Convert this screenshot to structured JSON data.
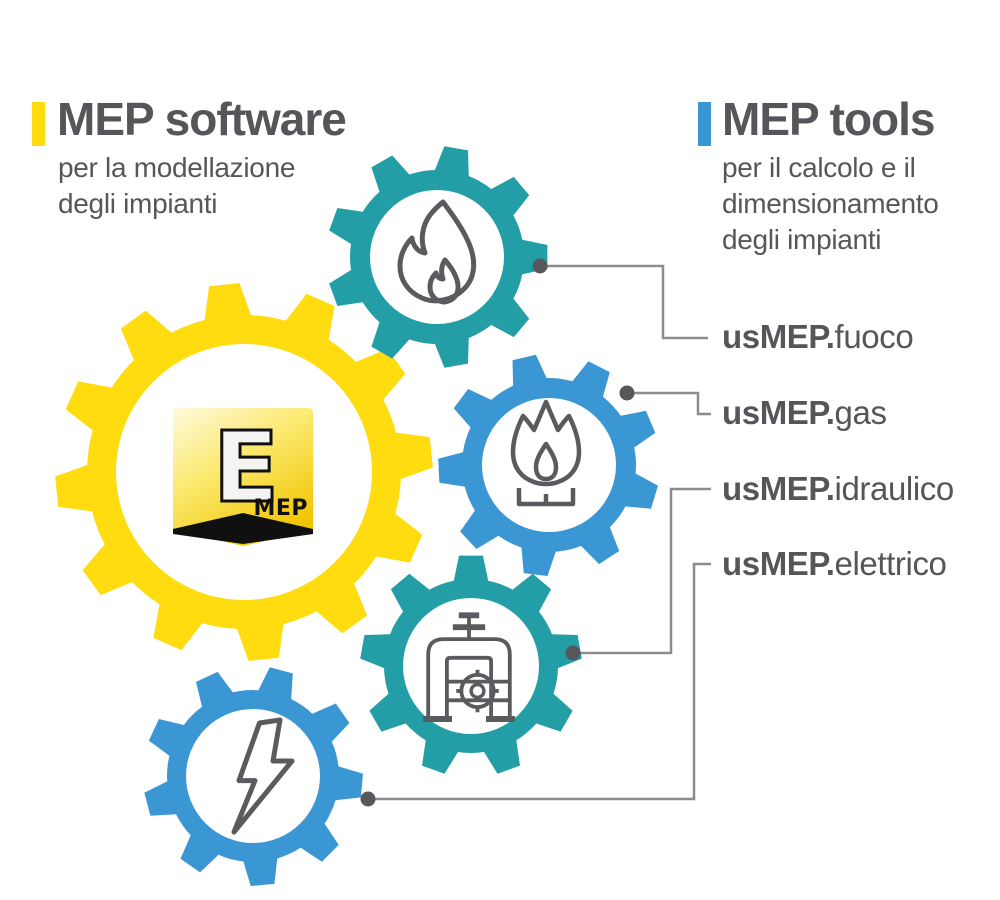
{
  "left_header": {
    "title": "MEP software",
    "subtitle_lines": [
      "per la modellazione",
      "degli impianti"
    ]
  },
  "right_header": {
    "title": "MEP tools",
    "subtitle_lines": [
      "per il calcolo e il",
      "dimensionamento",
      "degli impianti"
    ]
  },
  "logo": {
    "letter": "E",
    "label": "MEP"
  },
  "gears": [
    {
      "name": "central-software-gear",
      "icon": "e-mep-logo",
      "color_key": "yellow"
    },
    {
      "name": "fuoco-gear",
      "icon": "flame-icon",
      "color_key": "teal"
    },
    {
      "name": "gas-gear",
      "icon": "gas-burner-icon",
      "color_key": "blue"
    },
    {
      "name": "idraulico-gear",
      "icon": "pipe-valve-icon",
      "color_key": "teal"
    },
    {
      "name": "elettrico-gear",
      "icon": "lightning-icon",
      "color_key": "blue"
    }
  ],
  "tools": {
    "items": [
      {
        "prefix": "usMEP.",
        "suffix": "fuoco"
      },
      {
        "prefix": "usMEP.",
        "suffix": "gas"
      },
      {
        "prefix": "usMEP.",
        "suffix": "idraulico"
      },
      {
        "prefix": "usMEP.",
        "suffix": "elettrico"
      }
    ]
  },
  "colors": {
    "yellow": "#FFDC0F",
    "teal": "#239EA6",
    "blue": "#3B97D3",
    "white": "#FFFFFF",
    "icon_stroke": "#595B5E",
    "line_gray": "#8A8C8E",
    "dot_gray": "#57585C",
    "heading_gray": "#54565A",
    "subtitle_gray": "#55575B",
    "logo_black": "#101010",
    "logo_gold_light": "#FEF9D8",
    "logo_gold_mid": "#FBE96E",
    "logo_gold_deep": "#F1C500",
    "logo_e_fill": "#F4F4F2"
  }
}
